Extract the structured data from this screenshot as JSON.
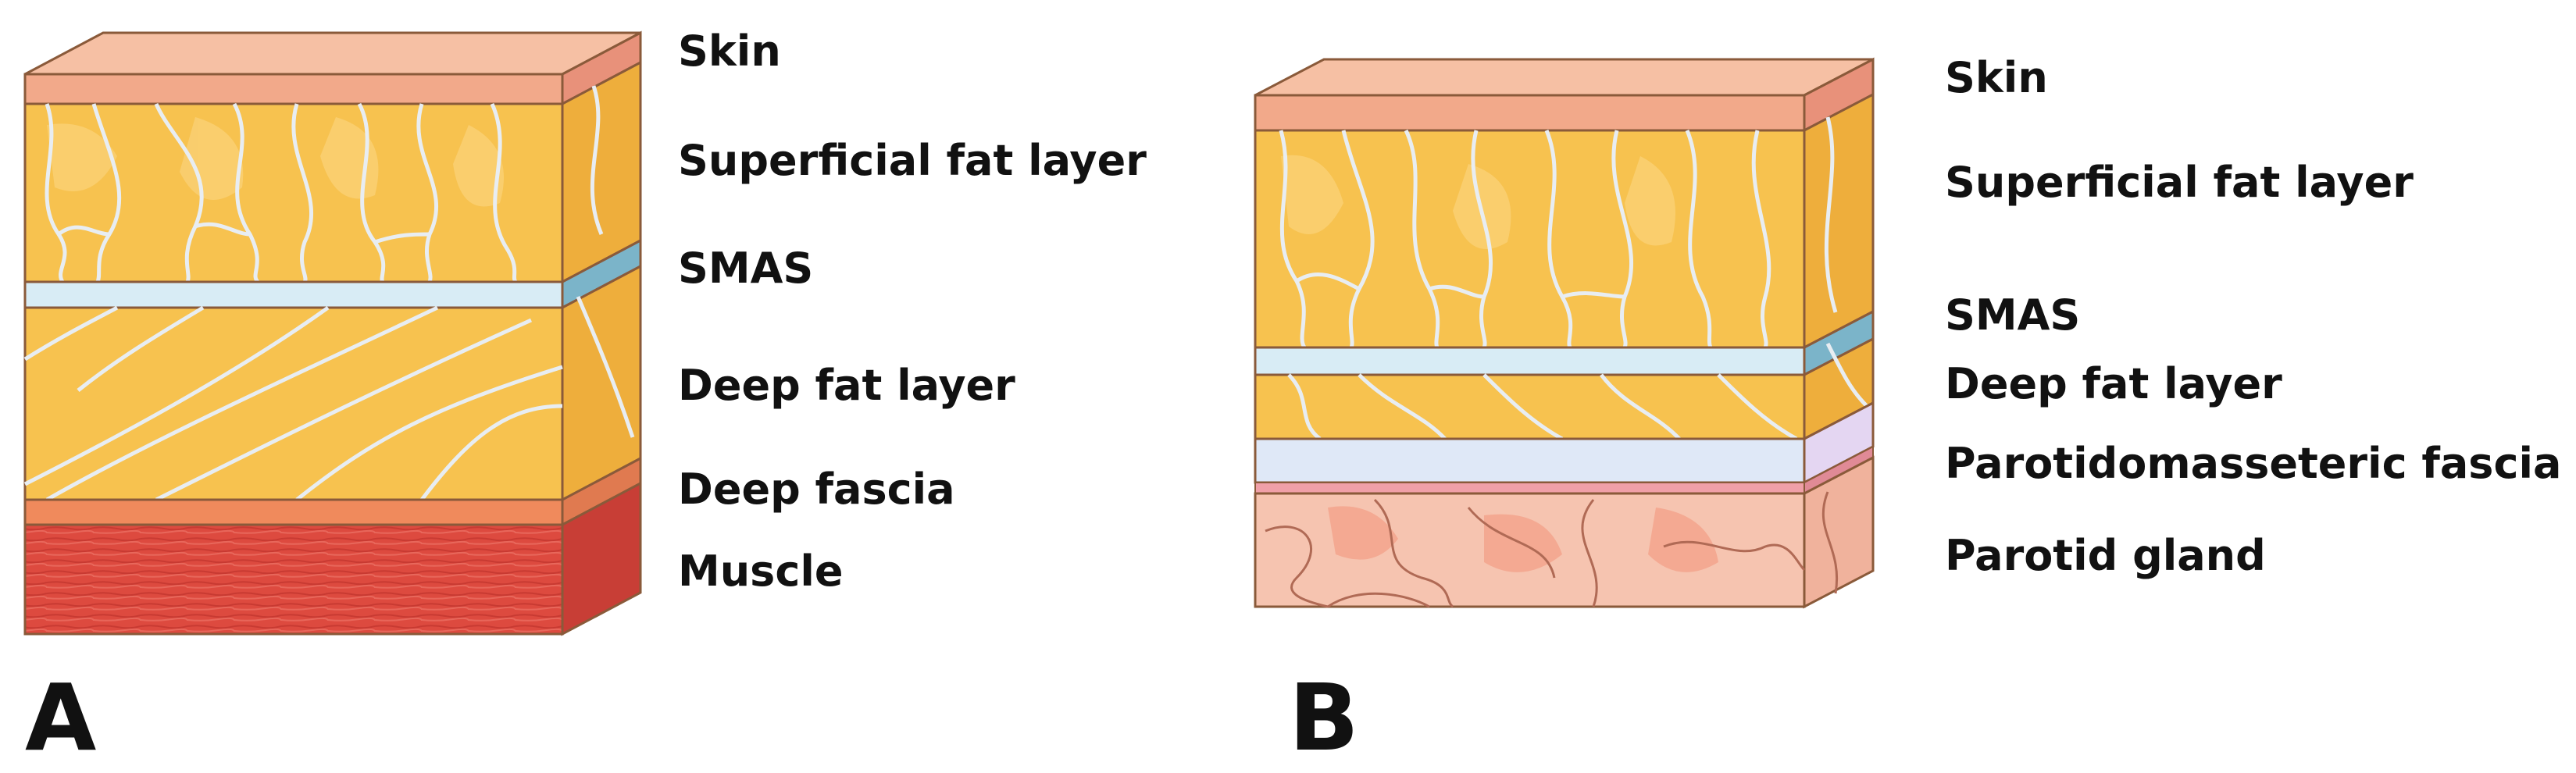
{
  "panels": [
    {
      "letter": "A",
      "labels": [
        "Skin",
        "Superficial fat layer",
        "SMAS",
        "Deep fat layer",
        "Deep fascia",
        "Muscle"
      ]
    },
    {
      "letter": "B",
      "labels": [
        "Skin",
        "Superficial fat layer",
        "SMAS",
        "Deep fat layer",
        "Parotidomasseteric fascia",
        "Parotid gland"
      ]
    }
  ],
  "colors": {
    "skin": "#f2a98a",
    "fat": "#f7c24f",
    "smas": "#d8ecf5",
    "deep_fascia": "#f08a5c",
    "muscle": "#dd4a3f",
    "parotid_fascia": "#dfe8f7",
    "parotid_gland": "#f6c4b0",
    "outline": "#8a5a3a"
  }
}
